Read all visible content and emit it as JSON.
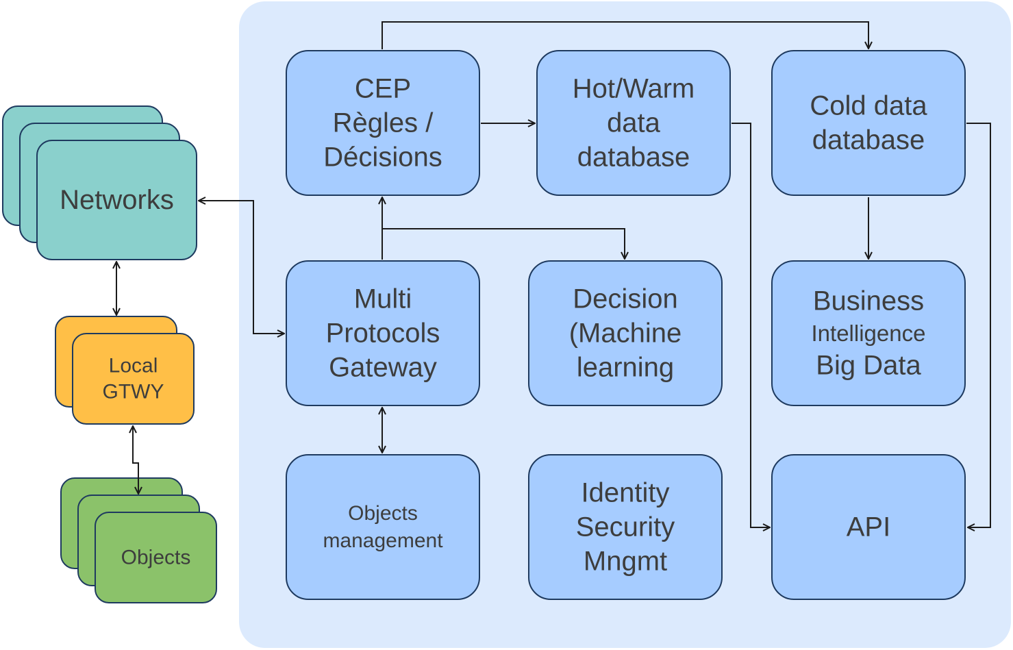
{
  "nodes": {
    "networks": {
      "lines": [
        "Networks"
      ],
      "color": "#8ad0cc"
    },
    "local_gtwy": {
      "lines": [
        "Local",
        "GTWY"
      ],
      "color": "#ffbf47"
    },
    "objects": {
      "lines": [
        "Objects"
      ],
      "color": "#8bc26a"
    },
    "cep": {
      "lines": [
        "CEP",
        "Règles /",
        "Décisions"
      ],
      "color": "#a6ccff"
    },
    "hot_warm": {
      "lines": [
        "Hot/Warm",
        "data",
        "database"
      ],
      "color": "#a6ccff"
    },
    "cold_data": {
      "lines": [
        "Cold data",
        "database"
      ],
      "color": "#a6ccff"
    },
    "multi_protocols": {
      "lines": [
        "Multi",
        "Protocols",
        "Gateway"
      ],
      "color": "#a6ccff"
    },
    "decision_ml": {
      "lines": [
        "Decision",
        "(Machine",
        "learning"
      ],
      "color": "#a6ccff"
    },
    "business_intel": {
      "lines": [
        "Business",
        "Intelligence",
        "Big Data"
      ],
      "color": "#a6ccff"
    },
    "objects_mgmt": {
      "lines": [
        "Objects",
        "management"
      ],
      "color": "#a6ccff"
    },
    "identity_security": {
      "lines": [
        "Identity",
        "Security",
        "Mngmt"
      ],
      "color": "#a6ccff"
    },
    "api": {
      "lines": [
        "API"
      ],
      "color": "#a6ccff"
    }
  },
  "edges": [
    {
      "from": "networks",
      "to": "multi_protocols",
      "bidirectional": true
    },
    {
      "from": "networks",
      "to": "local_gtwy",
      "bidirectional": true
    },
    {
      "from": "local_gtwy",
      "to": "objects",
      "bidirectional": true
    },
    {
      "from": "multi_protocols",
      "to": "cep",
      "bidirectional": false
    },
    {
      "from": "multi_protocols",
      "to": "decision_ml",
      "bidirectional": false
    },
    {
      "from": "multi_protocols",
      "to": "objects_mgmt",
      "bidirectional": true
    },
    {
      "from": "cep",
      "to": "hot_warm",
      "bidirectional": false
    },
    {
      "from": "cep",
      "to": "cold_data",
      "bidirectional": false
    },
    {
      "from": "hot_warm",
      "to": "api",
      "bidirectional": false
    },
    {
      "from": "cold_data",
      "to": "business_intel",
      "bidirectional": false
    },
    {
      "from": "cold_data",
      "to": "api",
      "bidirectional": false
    }
  ],
  "colors": {
    "panel": "#dceafd",
    "box_border": "#1e3a5f",
    "text": "#3d3d3d",
    "edge": "#1a1a1a"
  }
}
